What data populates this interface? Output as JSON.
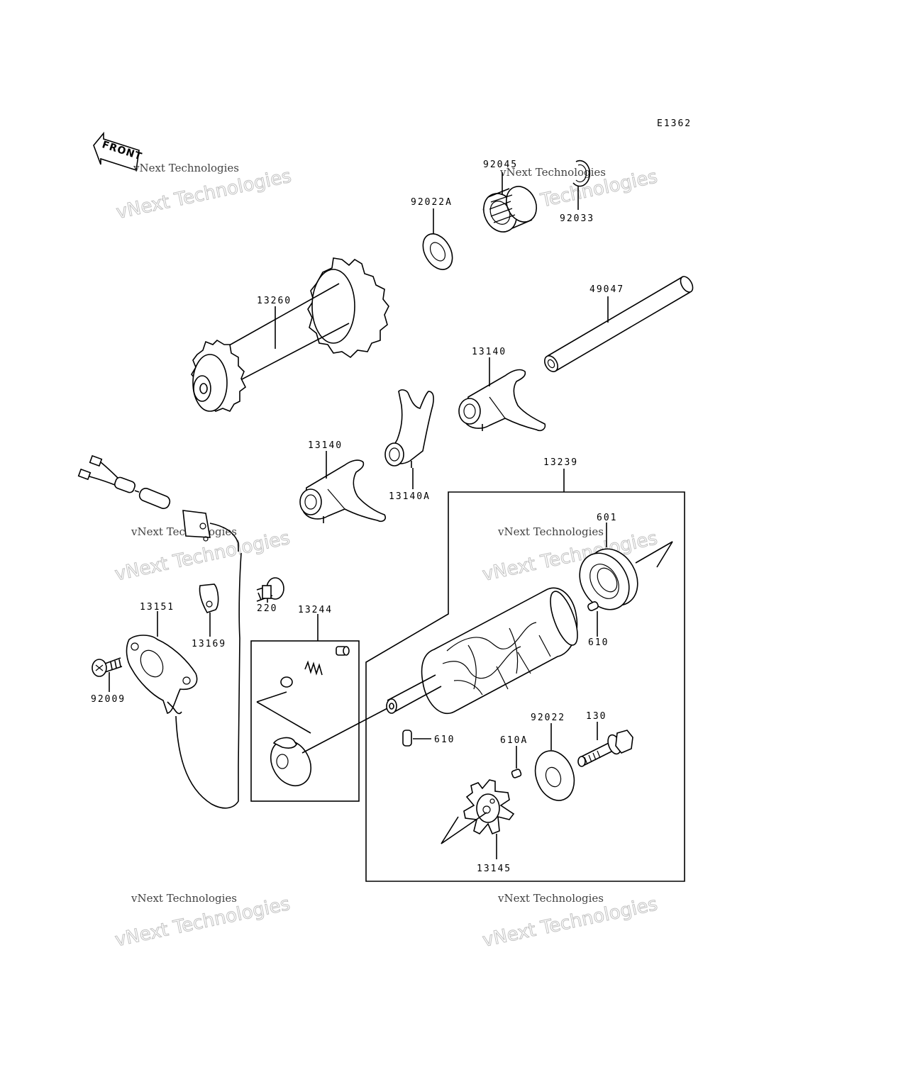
{
  "diagram_code": "E1362",
  "front_label": "FRONT",
  "watermark": {
    "line1": "vNext Technologies",
    "line2": "vNext Technologies"
  },
  "parts": {
    "p92045": "92045",
    "p92033": "92033",
    "p92022A": "92022A",
    "p13260": "13260",
    "p49047": "49047",
    "p13140_right": "13140",
    "p13140_left": "13140",
    "p13140A": "13140A",
    "p13239": "13239",
    "p601": "601",
    "p220": "220",
    "p13244": "13244",
    "p13151": "13151",
    "p13169": "13169",
    "p92009": "92009",
    "p610_right": "610",
    "p610_center": "610",
    "p92022": "92022",
    "p130": "130",
    "p610A": "610A",
    "p13145": "13145"
  }
}
